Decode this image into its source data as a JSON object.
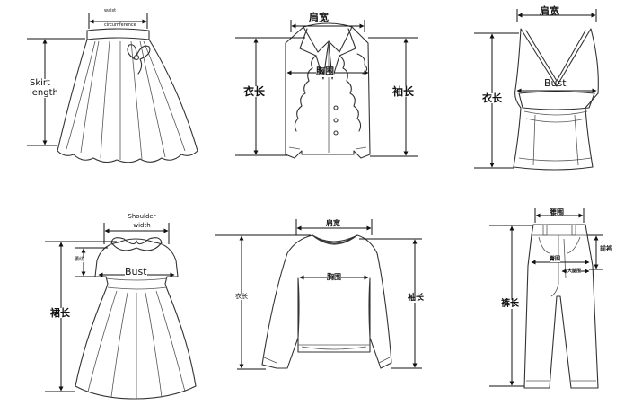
{
  "figures": {
    "skirt": {
      "waist": "waist",
      "waist_sub": "circumference",
      "length": "Skirt length"
    },
    "jacket": {
      "shoulder": "肩宽",
      "bust": "胸围",
      "length": "衣长",
      "sleeve": "袖长"
    },
    "vest": {
      "shoulder": "肩宽",
      "bust": "Bust",
      "length": "衣长"
    },
    "dress": {
      "shoulder": "Shoulder width",
      "bust": "Bust",
      "waistline": "腰线",
      "length": "裙长"
    },
    "sweater": {
      "shoulder": "肩宽",
      "bust": "胸围",
      "length": "衣长",
      "sleeve": "袖长"
    },
    "pants": {
      "waist": "腰围",
      "hip": "臀围",
      "thigh": "大腿围",
      "rise": "前裆",
      "length": "裤长"
    }
  }
}
